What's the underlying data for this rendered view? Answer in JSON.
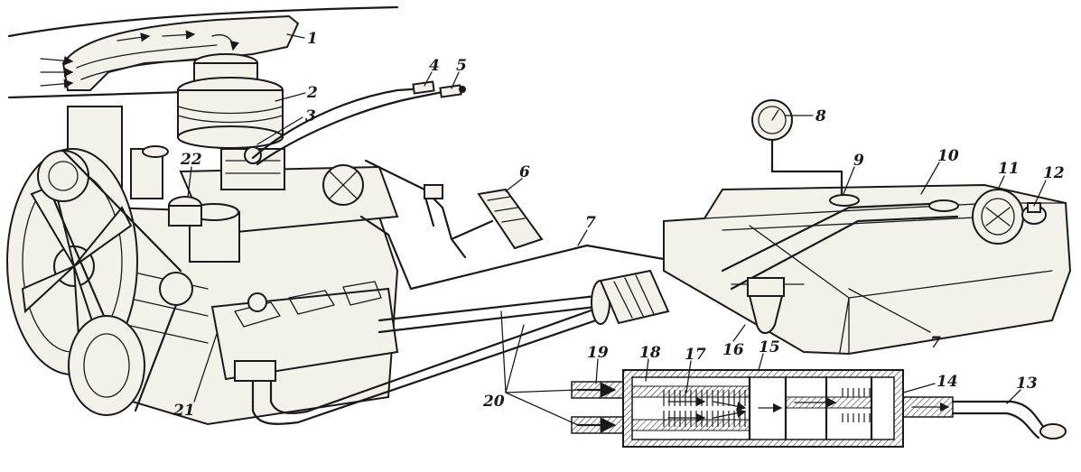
{
  "labels": [
    "1",
    "2",
    "3",
    "4",
    "5",
    "6",
    "7",
    "8",
    "9",
    "10",
    "11",
    "12",
    "13",
    "14",
    "15",
    "16",
    "17",
    "18",
    "19",
    "20",
    "21",
    "22"
  ],
  "extra_labels": {
    "tank_line_7": "7"
  },
  "icons": {
    "fuel_gauge": "gauge-icon",
    "flow": "arrow-icon"
  }
}
